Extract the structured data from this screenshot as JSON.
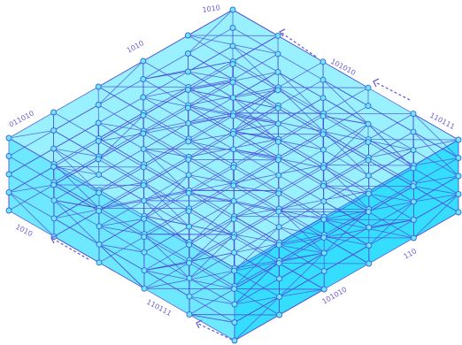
{
  "labels": {
    "top_corner": "1010",
    "top_left_edge": "1010",
    "top_right_edge": "101010",
    "right_corner": "110111",
    "left_corner": "011010",
    "left_bottom": "1010",
    "bottom_left_edge": "110111",
    "bottom_right_edge": "101010",
    "right_bottom_edge": "110"
  },
  "colors": {
    "face_top": "#8ef0ff",
    "face_left": "#5ee6ff",
    "face_right": "#1fd9ff",
    "edge": "#4f4fd8",
    "node": "#6ee7ff",
    "label": "#6a5fd6"
  },
  "grid": {
    "columns": 6,
    "rows": 6,
    "layers": 5
  }
}
